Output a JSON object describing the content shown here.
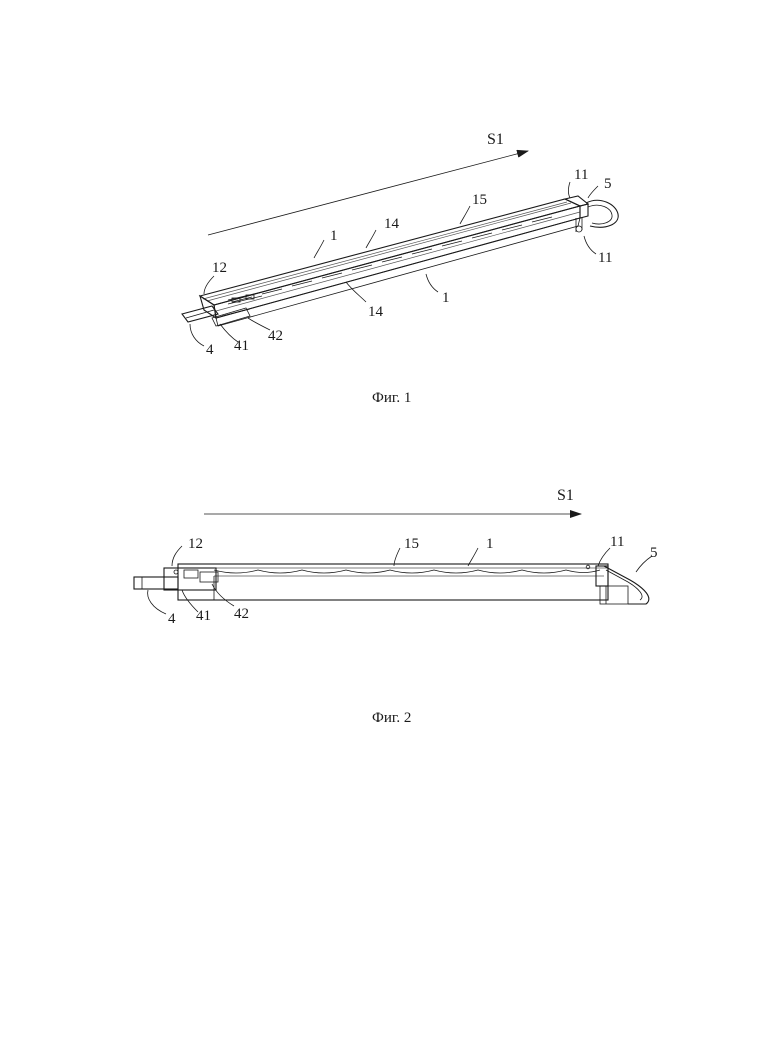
{
  "figure1": {
    "caption": "Фиг. 1",
    "arrow_label": "S1",
    "labels": {
      "frame_top": "1",
      "frame_bottom": "1",
      "rail_top": "14",
      "rail_bottom": "14",
      "track": "15",
      "end_cap_top": "11",
      "end_cap_bottom": "11",
      "handle": "5",
      "front_end": "12",
      "connector": "4",
      "connector_part_a": "41",
      "connector_part_b": "42"
    }
  },
  "figure2": {
    "caption": "Фиг. 2",
    "arrow_label": "S1",
    "labels": {
      "front_end": "12",
      "track": "15",
      "frame": "1",
      "end_cap": "11",
      "handle": "5",
      "connector": "4",
      "connector_part_a": "41",
      "connector_part_b": "42"
    }
  }
}
